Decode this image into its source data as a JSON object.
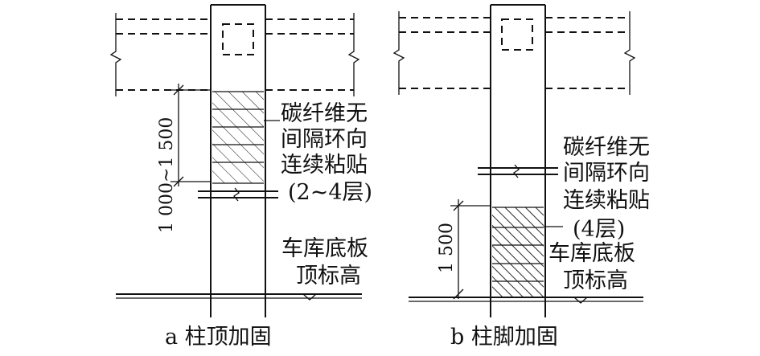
{
  "panel_a": {
    "dimension": "1 000~1 500",
    "note_lines": [
      "碳纤维无",
      "间隔环向",
      "连续粘贴",
      "(2~4层)"
    ],
    "floor_lines": [
      "车库底板",
      "顶标高"
    ],
    "caption": "a 柱顶加固"
  },
  "panel_b": {
    "dimension": "1 500",
    "note_lines": [
      "碳纤维无",
      "间隔环向",
      "连续粘贴",
      "(4层)"
    ],
    "floor_lines": [
      "车库底板",
      "顶标高"
    ],
    "caption": "b 柱脚加固"
  }
}
